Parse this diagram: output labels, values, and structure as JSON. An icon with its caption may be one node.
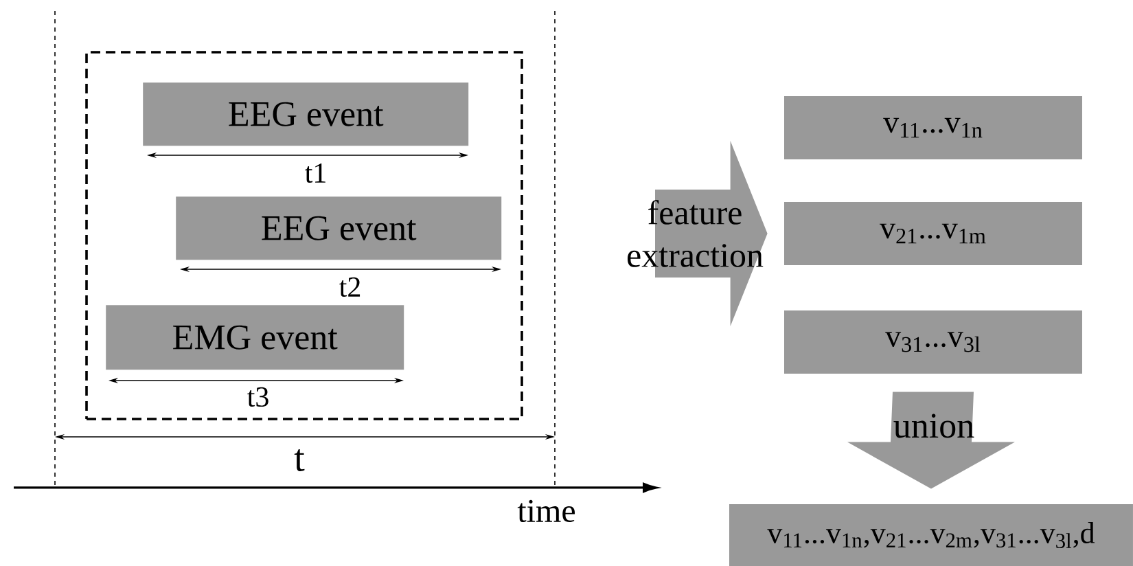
{
  "diagram": {
    "nodes": [
      {
        "text": [],
        "shape": "box"
      },
      {
        "text": [
          "EEG event"
        ],
        "in": 0
      },
      {
        "text": [
          "EEG event"
        ],
        "in": 0
      },
      {
        "text": [
          "EMG event"
        ],
        "in": 0
      },
      {
        "text": [
          "v$_{11}$...v$_{1n}$"
        ]
      },
      {
        "text": [
          "v$_{21}$...v$_{1m}$"
        ]
      },
      {
        "text": [
          "v$_{31}$...v$_{3l}$"
        ]
      },
      {
        "text": [
          "v$_{11}$...v$_{1n}$,v$_{21}$...v$_{2m}$,v$_{31}$...v$_{3l}$,d"
        ]
      }
    ],
    "edges": [
      {
        "from": null,
        "to": 5,
        "arrow": "to",
        "label": "feature extraction"
      },
      {
        "from": 6,
        "to": 7,
        "arrow": "to",
        "label": "union"
      }
    ],
    "labels": [
      "t1",
      "t2",
      "t3",
      "t",
      "time"
    ]
  }
}
